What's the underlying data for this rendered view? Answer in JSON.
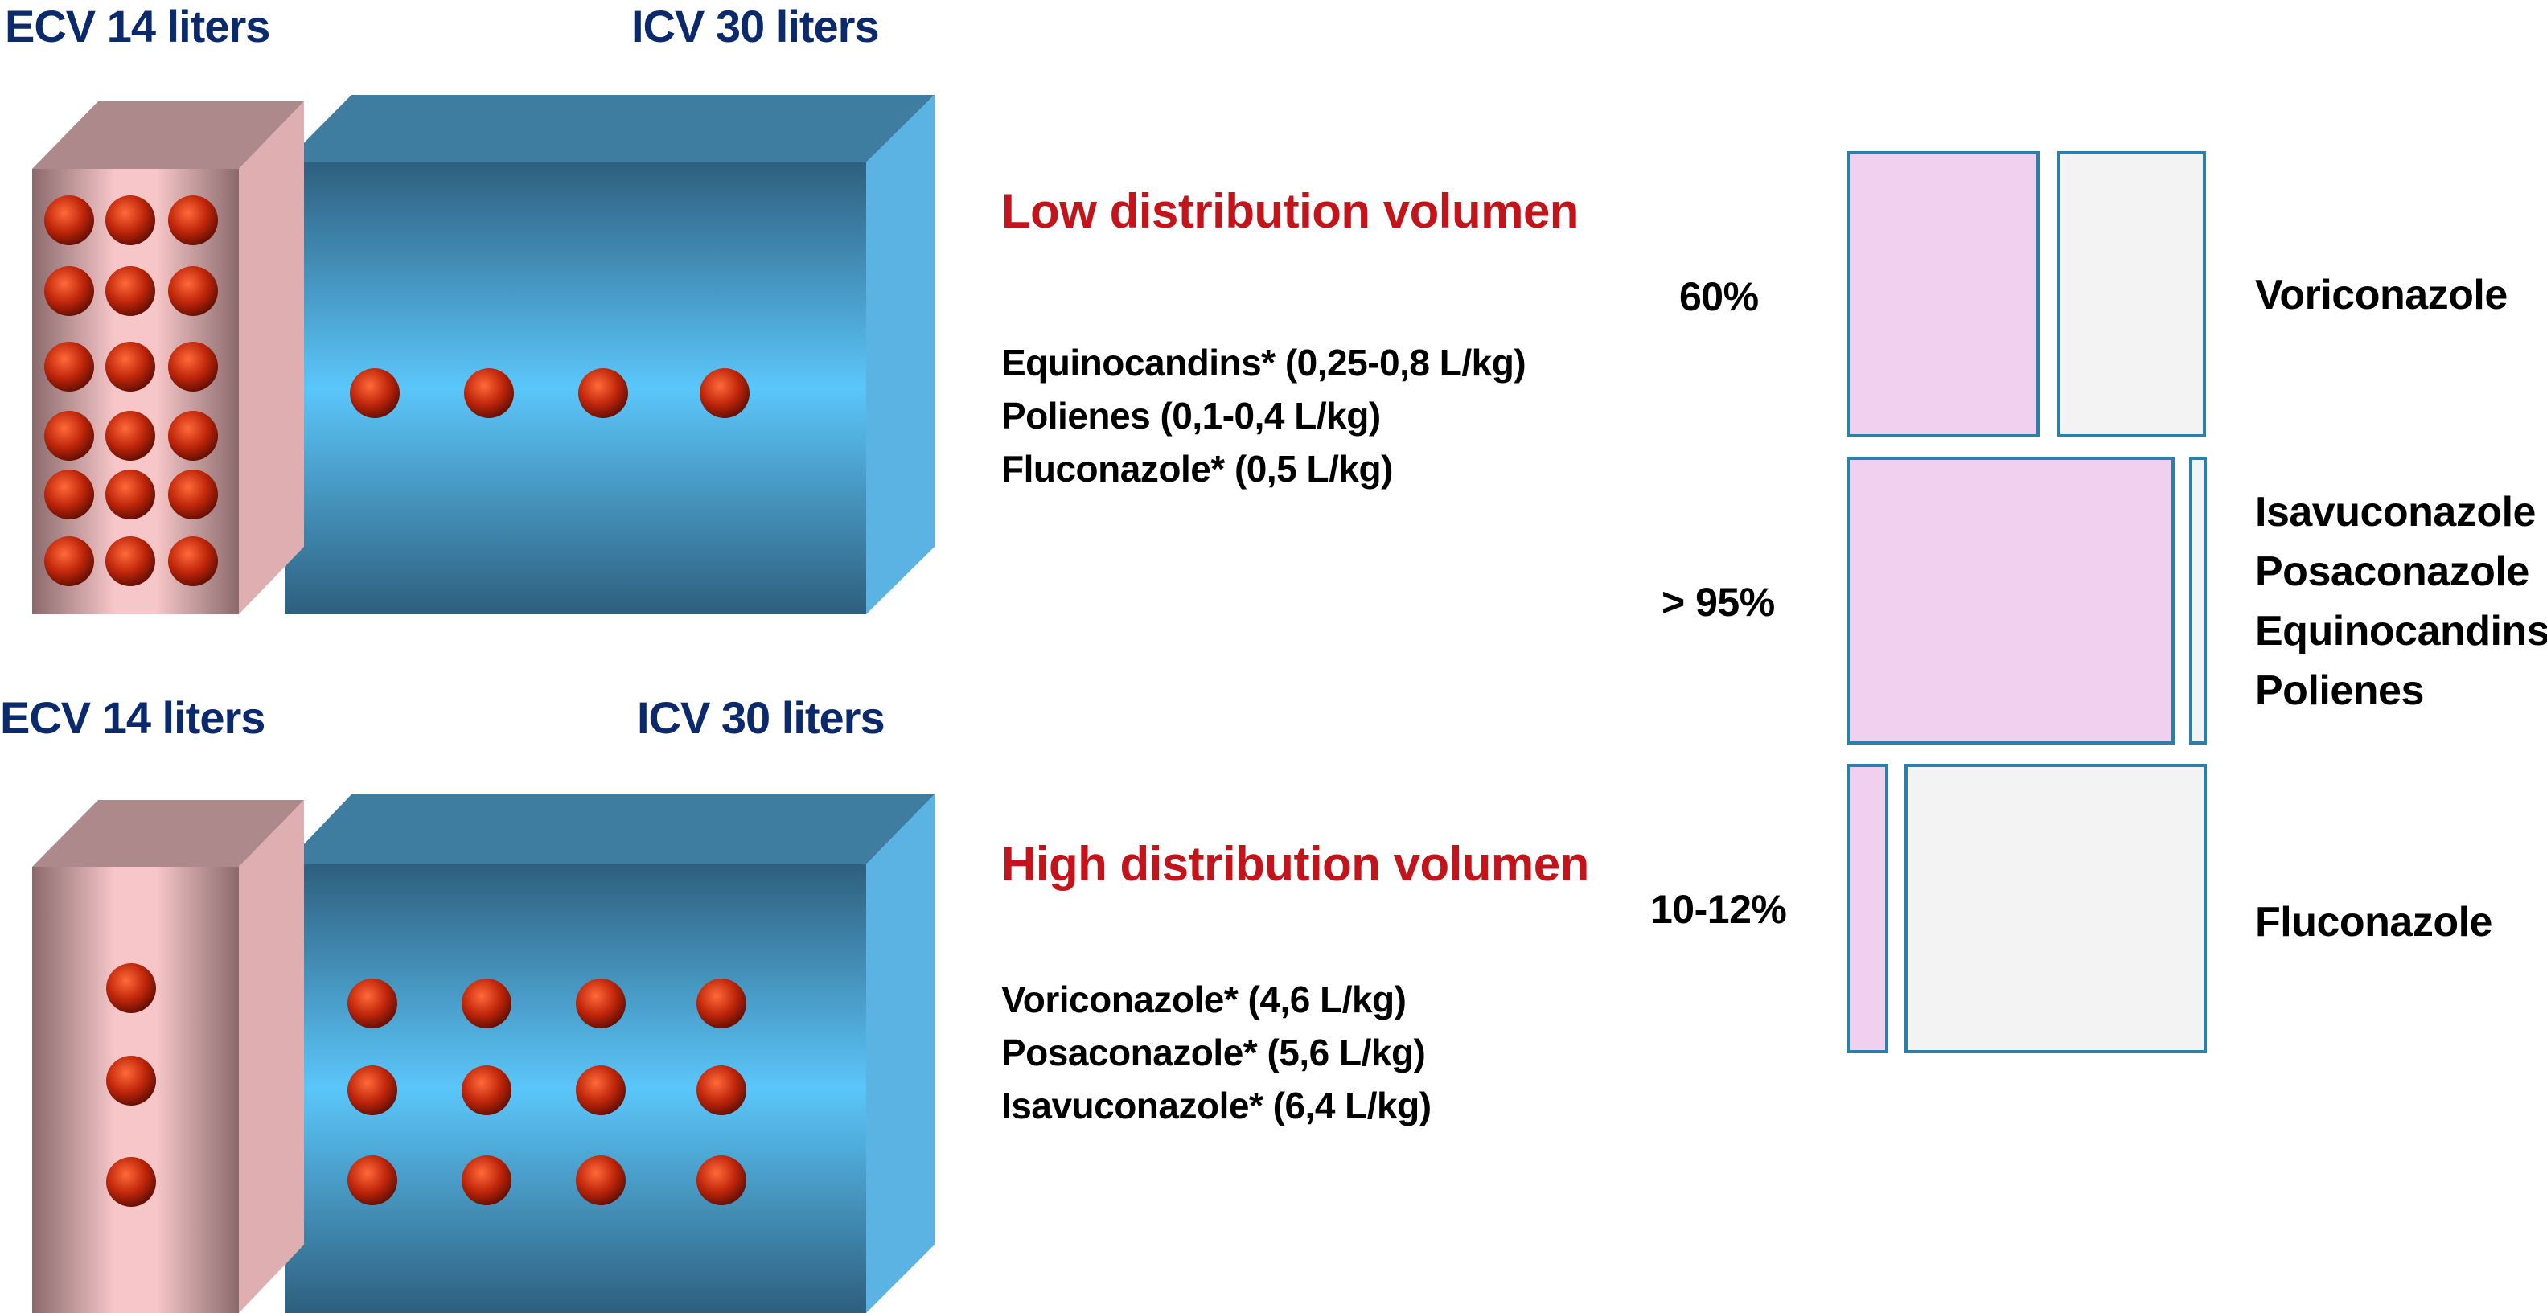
{
  "top": {
    "ecv_label": "ECV 14 liters",
    "icv_label": "ICV 30 liters",
    "section_title": "Low distribution volumen",
    "drugs": [
      "Equinocandins* (0,25-0,8 L/kg)",
      "Polienes (0,1-0,4 L/kg)",
      "Fluconazole* (0,5 L/kg)"
    ]
  },
  "bottom": {
    "ecv_label": "ECV 14 liters",
    "icv_label": "ICV 30 liters",
    "section_title": "High distribution volumen",
    "drugs": [
      "Voriconazole* (4,6 L/kg)",
      "Posaconazole* (5,6 L/kg)",
      "Isavuconazole* (6,4 L/kg)"
    ]
  },
  "binding": [
    {
      "percent": "60%",
      "drugs": [
        "Voriconazole"
      ],
      "bound_fraction": 0.6
    },
    {
      "percent": "> 95%",
      "drugs": [
        "Isavuconazole",
        "Posaconazole",
        "Equinocandins",
        "Polienes"
      ],
      "bound_fraction": 0.95
    },
    {
      "percent": "10-12%",
      "drugs": [
        "Fluconazole"
      ],
      "bound_fraction": 0.11
    }
  ],
  "colors": {
    "label_blue": "#0b2a6e",
    "title_red": "#c3141c",
    "bound_pink": "#f0d0ee",
    "free_grey": "#f3f3f4",
    "box_border": "#2b7fa8",
    "drug_dot": "#c0260a"
  }
}
